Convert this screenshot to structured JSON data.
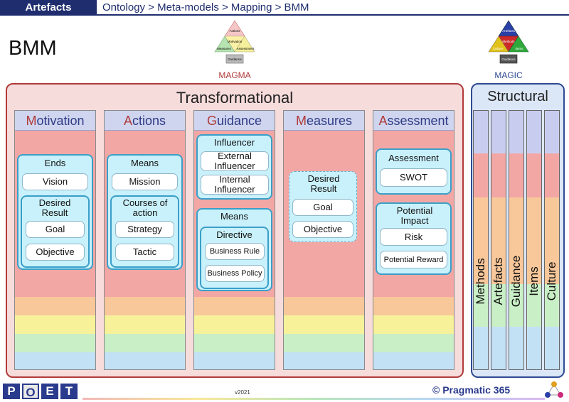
{
  "header": {
    "tab_label": "Artefacts",
    "breadcrumb": "Ontology > Meta-models > Mapping > BMM"
  },
  "page_title": "BMM",
  "logos": {
    "magma": {
      "label": "MAGMA",
      "segments": [
        "Actions",
        "Motivation",
        "Measures",
        "Assessment",
        "Guidance"
      ]
    },
    "magic": {
      "label": "MAGIC",
      "segments": [
        "Artefacts",
        "Methods",
        "Culture",
        "Items",
        "Guidance"
      ]
    }
  },
  "colors": {
    "band_blue": "#c8cdf0",
    "band_red": "#f3a7a5",
    "band_orange": "#f8c79a",
    "band_yellow": "#f7f29a",
    "band_green": "#c9efc6",
    "band_sky": "#c2e1f5",
    "box_fill": "#c9f1fb",
    "box_border": "#3a9fc8",
    "transformational_border": "#b03a3a",
    "structural_border": "#2e4a92"
  },
  "transformational": {
    "title": "Transformational",
    "columns": [
      {
        "cap": "M",
        "rest": "otivation"
      },
      {
        "cap": "A",
        "rest": "ctions"
      },
      {
        "cap": "G",
        "rest": "uidance"
      },
      {
        "cap": "M",
        "rest": "easures"
      },
      {
        "cap": "A",
        "rest": "ssessment"
      }
    ],
    "motivation": {
      "ends_title": "Ends",
      "vision": "Vision",
      "desired_result_title": "Desired Result",
      "goal": "Goal",
      "objective": "Objective"
    },
    "actions": {
      "means_title": "Means",
      "mission": "Mission",
      "courses_title": "Courses of action",
      "strategy": "Strategy",
      "tactic": "Tactic"
    },
    "guidance": {
      "influencer_title": "Influencer",
      "external": "External Influencer",
      "internal": "Internal Influencer",
      "means_title": "Means",
      "directive_title": "Directive",
      "business_rule": "Business Rule",
      "business_policy": "Business Policy"
    },
    "measures": {
      "desired_result_title": "Desired Result",
      "goal": "Goal",
      "objective": "Objective"
    },
    "assessment": {
      "assessment_title": "Assessment",
      "swot": "SWOT",
      "potential_impact_title": "Potential Impact",
      "risk": "Risk",
      "potential_reward": "Potential Reward"
    }
  },
  "structural": {
    "title": "Structural",
    "columns": [
      "Methods",
      "Artefacts",
      "Guidance",
      "Items",
      "Culture"
    ]
  },
  "footer": {
    "poet_letters": [
      "P",
      "O",
      "E",
      "T"
    ],
    "version": "v2021",
    "brand": "© Pragmatic 365"
  }
}
